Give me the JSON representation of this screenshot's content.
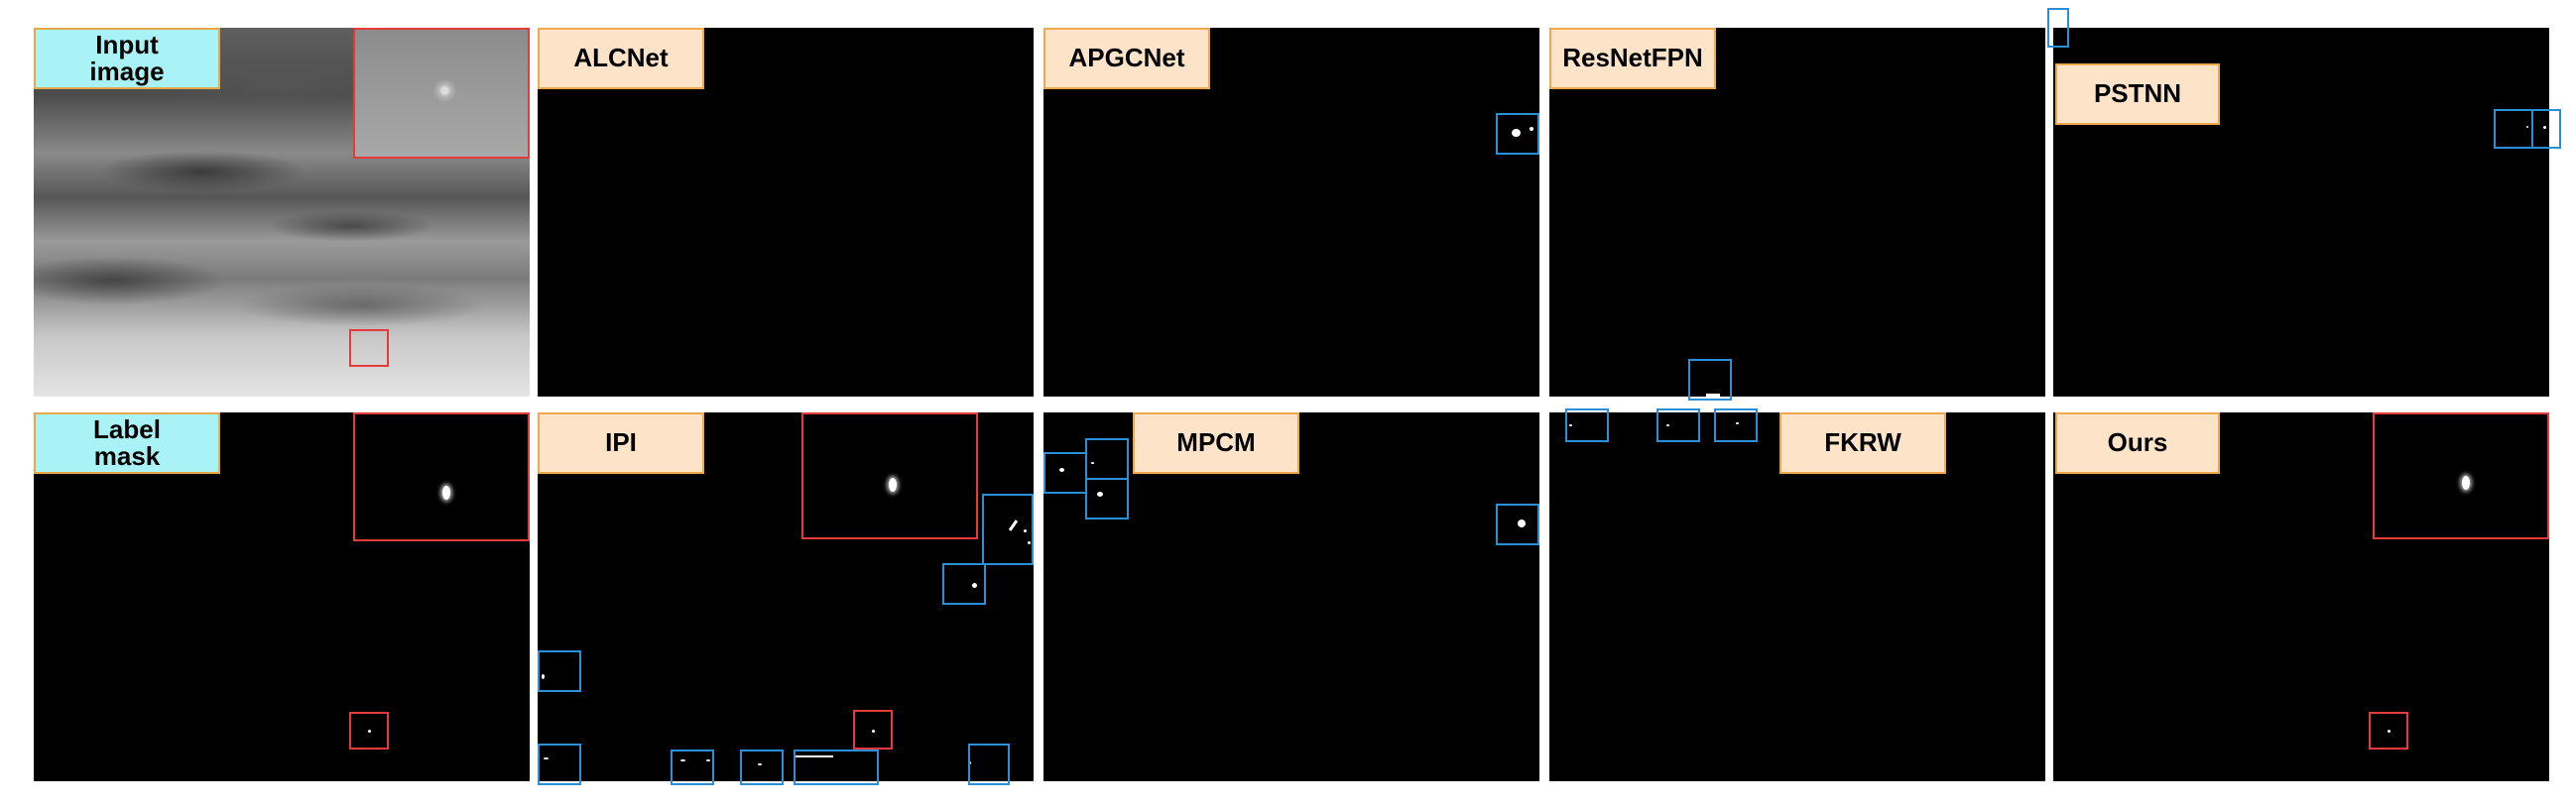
{
  "labels": {
    "input": "Input\nimage",
    "label": "Label\nmask",
    "alcnet": "ALCNet",
    "apgcnet": "APGCNet",
    "resnetfpn": "ResNetFPN",
    "pstnn": "PSTNN",
    "ipi": "IPI",
    "mpcm": "MPCM",
    "fkrw": "FKRW",
    "ours": "Ours"
  },
  "colors": {
    "method_label_fill": "#fde3c8",
    "reference_label_fill": "#a9f2f6",
    "label_border": "#f0a84c",
    "ground_truth_box": "#e43a3a",
    "detection_box": "#2b8fd8"
  }
}
